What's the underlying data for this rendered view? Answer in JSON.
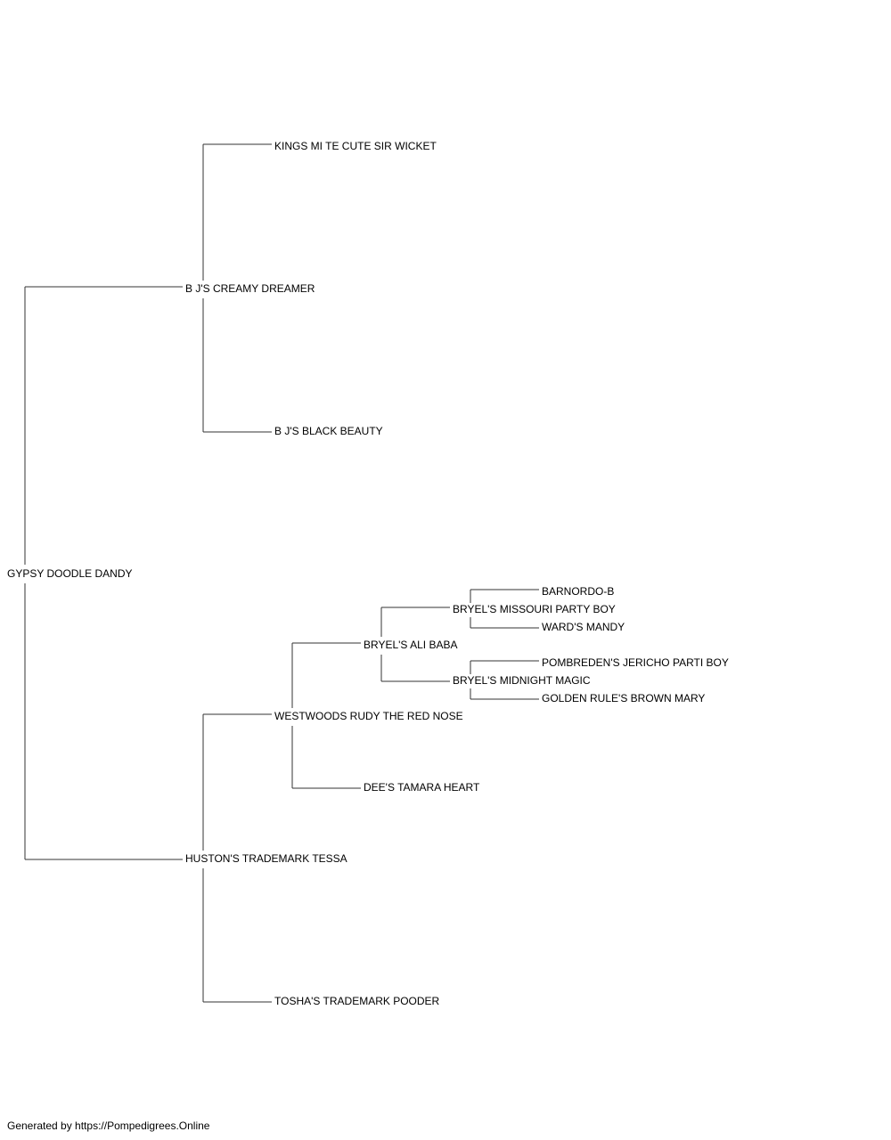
{
  "pedigree": {
    "subject": "GYPSY DOODLE DANDY",
    "sire": {
      "name": "B J'S CREAMY DREAMER",
      "sire": {
        "name": "KINGS MI TE CUTE SIR WICKET"
      },
      "dam": {
        "name": "B J'S BLACK BEAUTY"
      }
    },
    "dam": {
      "name": "HUSTON'S TRADEMARK TESSA",
      "sire": {
        "name": "WESTWOODS RUDY THE RED NOSE",
        "sire": {
          "name": "BRYEL'S ALI BABA",
          "sire": {
            "name": "BRYEL'S MISSOURI PARTY BOY",
            "sire": {
              "name": "BARNORDO-B"
            },
            "dam": {
              "name": "WARD'S MANDY"
            }
          },
          "dam": {
            "name": "BRYEL'S MIDNIGHT MAGIC",
            "sire": {
              "name": "POMBREDEN'S JERICHO PARTI BOY"
            },
            "dam": {
              "name": "GOLDEN RULE'S BROWN MARY"
            }
          }
        },
        "dam": {
          "name": "DEE'S TAMARA HEART"
        }
      },
      "dam": {
        "name": "TOSHA'S TRADEMARK POODER"
      }
    }
  },
  "footer": {
    "text": "Generated by https://Pompedigrees.Online"
  }
}
